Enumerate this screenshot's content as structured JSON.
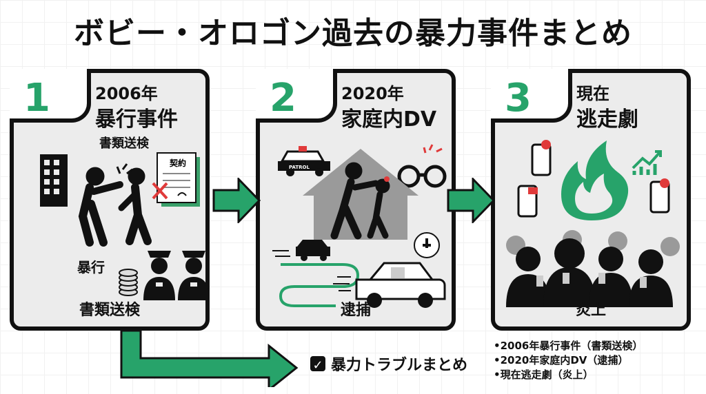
{
  "title": "ボビー・オロゴン過去の暴力事件まとめ",
  "panels": [
    {
      "number": "1",
      "year": "2006年",
      "event": "暴行事件",
      "top_note": "書類送検",
      "label_left": "暴行",
      "document_label": "契約",
      "caption": "書類送検"
    },
    {
      "number": "2",
      "year": "2020年",
      "event": "家庭内DV",
      "patrol_label": "PATROL",
      "caption": "逮捕"
    },
    {
      "number": "3",
      "year": "現在",
      "event": "逃走劇",
      "caption": "炎上"
    }
  ],
  "summary": {
    "label": "暴力トラブルまとめ",
    "items": [
      "•2006年暴行事件（書類送検）",
      "•2020年家庭内DV（逮捕）",
      "•現在逃走劇（炎上）"
    ]
  },
  "colors": {
    "accent": "#27a36a",
    "alert": "#e03a3a",
    "ink": "#111111",
    "panel": "#ececec"
  }
}
